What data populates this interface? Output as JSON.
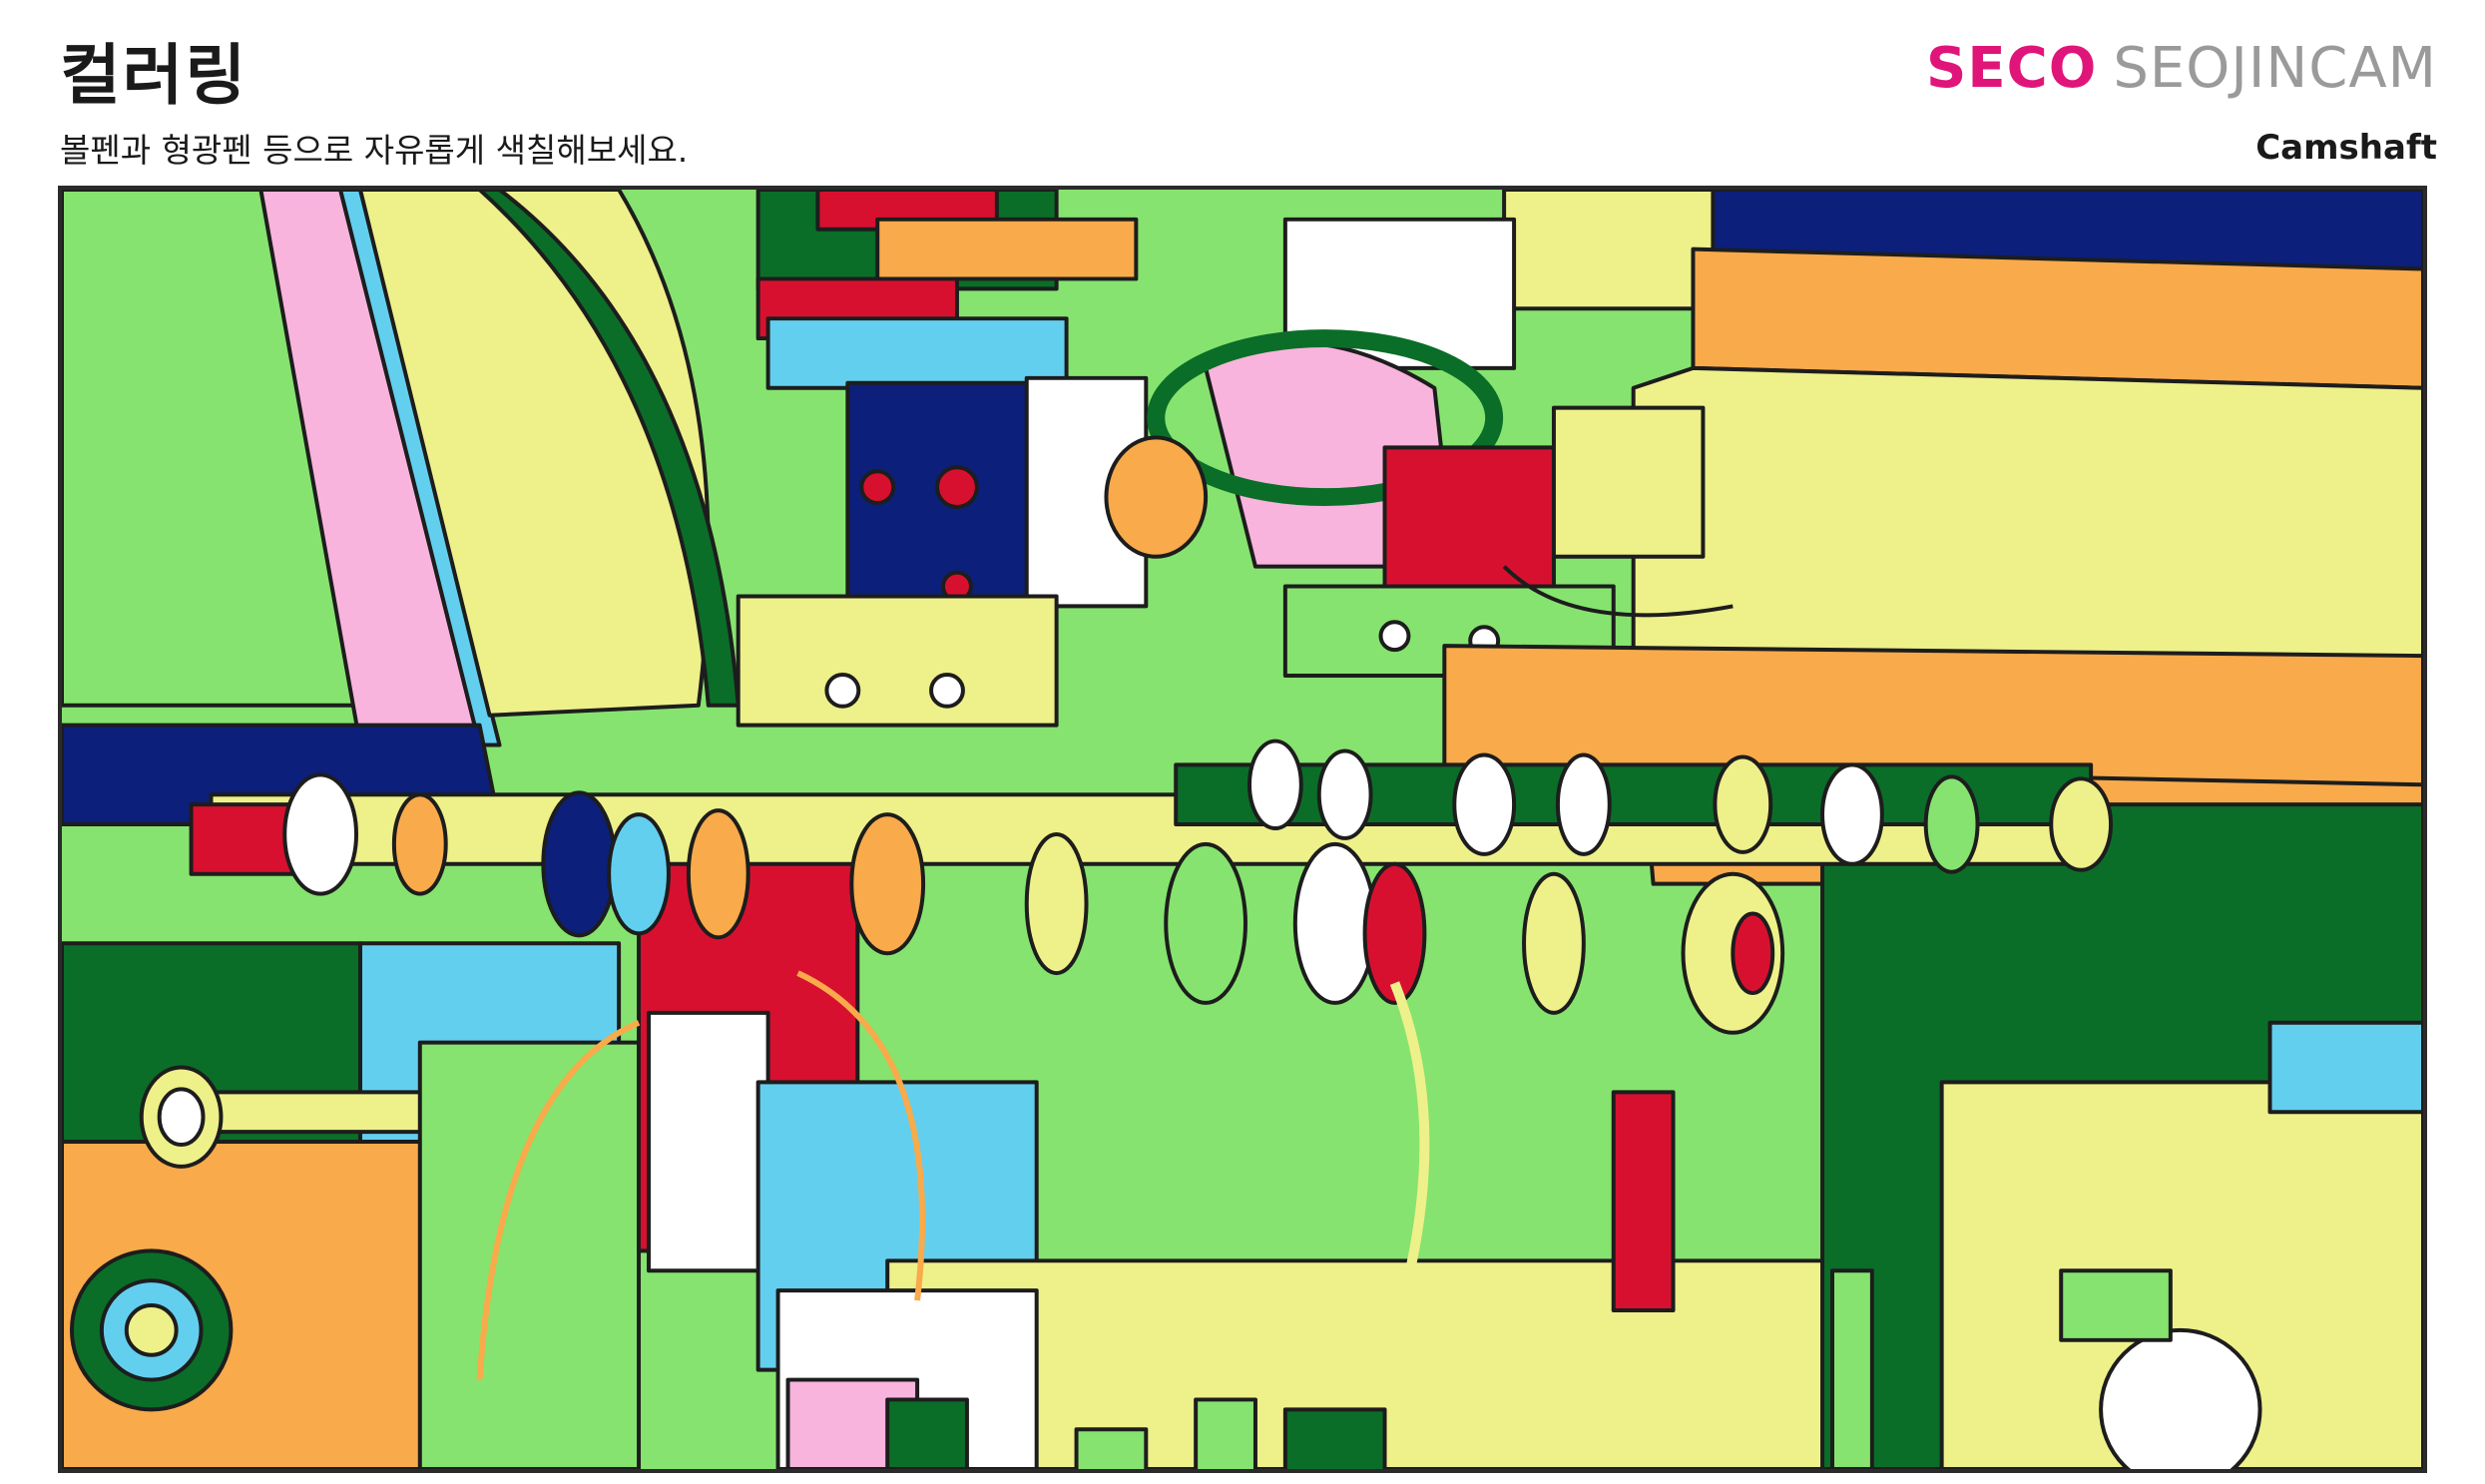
{
  "page": {
    "title": "컬러링",
    "subtitle": "볼펜과 형광펜 등으로 자유롭게 색칠해보세요.",
    "caption": "Camshaft"
  },
  "logo": {
    "accent_text": "SECO",
    "brand_text": "SEOJINCAM",
    "accent_color": "#e0157a",
    "brand_color": "#9a9a9a"
  },
  "illustration": {
    "subject": "camshaft-machine",
    "palette": {
      "green": "#86e36f",
      "dark_green": "#0a6e28",
      "yellow": "#eef08a",
      "orange": "#f9aa4a",
      "pink": "#f8b4dc",
      "blue": "#63cfee",
      "navy": "#0c1f7a",
      "red": "#d8102f",
      "white": "#ffffff",
      "outline": "#1d1d1d"
    }
  }
}
